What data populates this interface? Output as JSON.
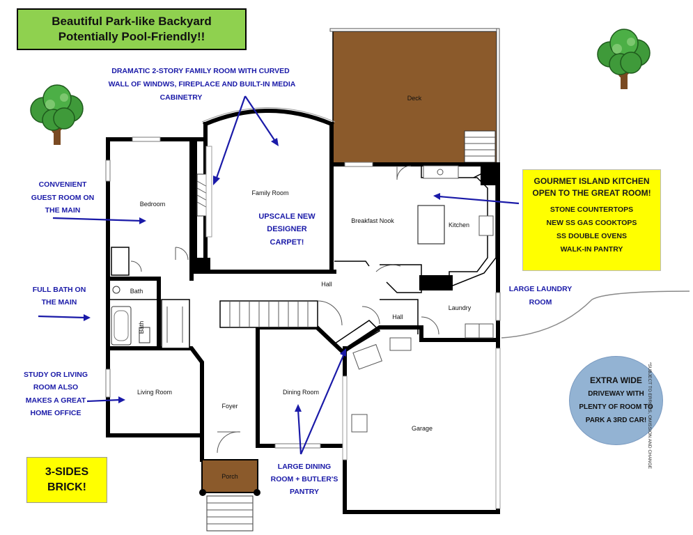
{
  "headline": {
    "line1": "Beautiful Park-like Backyard",
    "line2": "Potentially Pool-Friendly!!"
  },
  "rooms": {
    "deck": "Deck",
    "family_room": "Family Room",
    "bedroom": "Bedroom",
    "breakfast_nook": "Breakfast Nook",
    "kitchen": "Kitchen",
    "bath_upper": "Bath",
    "bath_lower": "Bath",
    "hall_main": "Hall",
    "hall_small": "Hall",
    "laundry": "Laundry",
    "living_room": "Living Room",
    "foyer": "Foyer",
    "dining_room": "Dining Room",
    "garage": "Garage",
    "porch": "Porch"
  },
  "notes": {
    "family_room": [
      "DRAMATIC 2-STORY FAMILY ROOM WITH CURVED",
      "WALL OF WINDWS, FIREPLACE AND BUILT-IN MEDIA",
      "CABINETRY"
    ],
    "guest_room": [
      "CONVENIENT",
      "GUEST ROOM ON",
      "THE MAIN"
    ],
    "carpet": [
      "UPSCALE NEW",
      "DESIGNER",
      "CARPET!"
    ],
    "full_bath": [
      "FULL BATH ON",
      "THE MAIN"
    ],
    "laundry": [
      "LARGE LAUNDRY",
      "ROOM"
    ],
    "study": [
      "STUDY OR LIVING",
      "ROOM ALSO",
      "MAKES A GREAT",
      "HOME OFFICE"
    ],
    "dining": [
      "LARGE DINING",
      "ROOM + BUTLER'S",
      "PANTRY"
    ]
  },
  "kitchen_box": {
    "title1": "GOURMET ISLAND KITCHEN",
    "title2": "OPEN TO THE GREAT ROOM!",
    "features": [
      "STONE COUNTERTOPS",
      "NEW SS GAS COOKTOPS",
      "SS DOUBLE OVENS",
      "WALK-IN PANTRY"
    ]
  },
  "driveway_circle": [
    "EXTRA WIDE",
    "DRIVEWAY WITH",
    "PLENTY OF ROOM TO",
    "PARK A 3RD CAR!"
  ],
  "brick_box": {
    "line1": "3-SIDES",
    "line2": "BRICK!"
  },
  "disclaimer": "*SUBJECT TO ERRORS, OMISSION AND CHANGE",
  "colors": {
    "headline_bg": "#8fd14f",
    "highlight_yellow": "#ffff00",
    "note_blue": "#1a1aa8",
    "deck_brown": "#8b5a2b",
    "driveway_circle": "#93b3d3",
    "tree_green": "#3f9a3a"
  }
}
